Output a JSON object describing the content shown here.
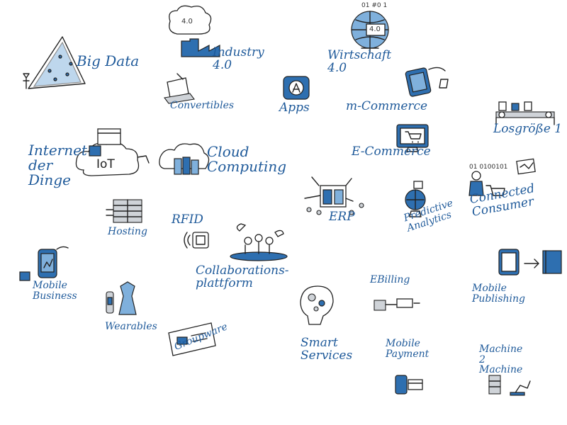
{
  "topics": {
    "big_data": "Big Data",
    "industry": "Industry\n4.0",
    "industry_cloud_badge": "4.0",
    "wirtschaft": "Wirtschaft\n4.0",
    "globe_badge": "4.0",
    "convertibles": "Convertibles",
    "apps": "Apps",
    "m_commerce": "m-Commerce",
    "losgroesse": "Losgröße 1",
    "e_commerce": "E-Commerce",
    "internet_der_dinge": "Internet\nder\nDinge",
    "iot_badge": "IoT",
    "cloud_computing": "Cloud\nComputing",
    "connected_consumer": "Connected\nConsumer",
    "erp": "ERP",
    "hosting": "Hosting",
    "rfid": "RFID",
    "predictive_analytics": "Predictive\nAnalytics",
    "mobile_business": "Mobile\nBusiness",
    "collaborationsplattform": "Collaborations-\nplattform",
    "mobile_publishing": "Mobile\nPublishing",
    "ebilling": "EBilling",
    "wearables": "Wearables",
    "smart_services": "Smart\nServices",
    "groupware": "Groupware",
    "mobile_payment": "Mobile\nPayment",
    "machine_2_machine": "Machine\n2\nMachine",
    "globe_caption": "01 #0 1",
    "consumer_data": "01 0100101"
  },
  "colors": {
    "ink": "#222222",
    "accent": "#1f5a9a",
    "fill": "#2e6fb0"
  }
}
